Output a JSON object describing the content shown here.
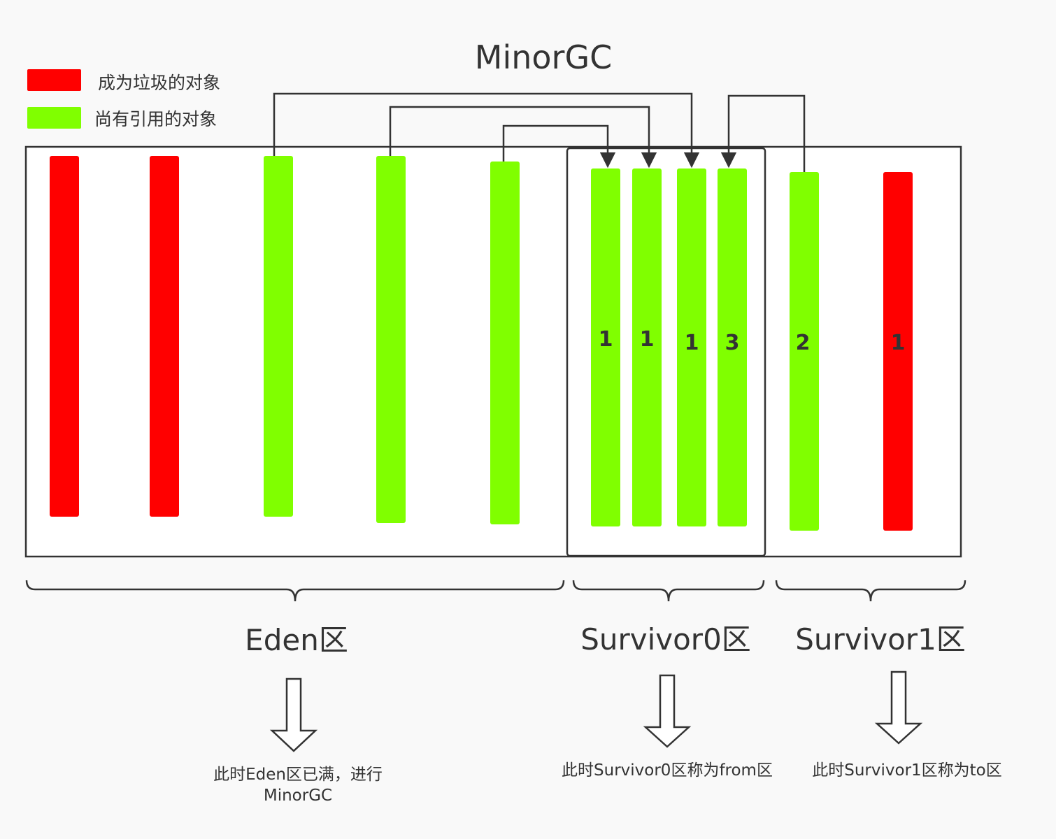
{
  "title": "MinorGC",
  "colors": {
    "garbage": "#ff0000",
    "live": "#80ff00",
    "line": "#333333",
    "background": "#f9f9f9",
    "box": "#ffffff"
  },
  "legend": [
    {
      "label": "成为垃圾的对象",
      "color": "#ff0000"
    },
    {
      "label": "尚有引用的对象",
      "color": "#80ff00"
    }
  ],
  "regions": {
    "eden": {
      "label": "Eden区",
      "note_line1": "此时Eden区已满，进行",
      "note_line2": "MinorGC"
    },
    "survivor0": {
      "label": "Survivor0区",
      "note": "此时Survivor0区称为from区"
    },
    "survivor1": {
      "label": "Survivor1区",
      "note": "此时Survivor1区称为to区"
    }
  },
  "objects": {
    "survivor0": [
      "1",
      "1",
      "1",
      "3"
    ],
    "survivor1": [
      "2",
      "1"
    ]
  }
}
